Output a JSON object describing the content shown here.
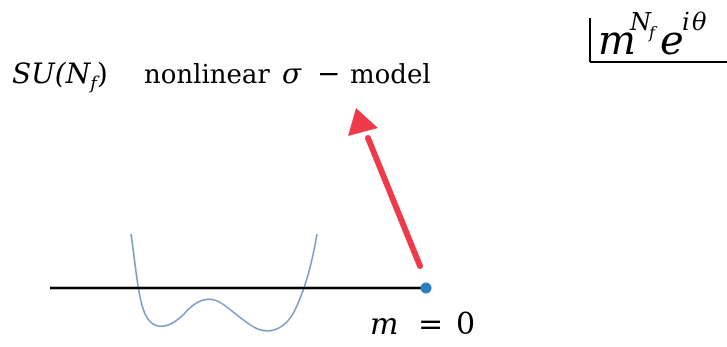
{
  "model_label": {
    "group_prefix": "SU(",
    "group_N": "N",
    "group_sub": "f",
    "group_suffix": ")",
    "words": "nonlinear",
    "sigma": "σ",
    "dash": "−",
    "model_word": "model"
  },
  "mass_label": {
    "symbol": "m",
    "equals": "=",
    "value": "0"
  },
  "corner_term": {
    "base": "m",
    "exp_N": "N",
    "exp_sub": "f",
    "e": "e",
    "phase_i": "i",
    "phase_theta": "θ"
  },
  "colors": {
    "axis": "#000000",
    "arrow": "#ee3a4a",
    "potential": "#7a9cc8",
    "point": "#2f7fc0"
  }
}
